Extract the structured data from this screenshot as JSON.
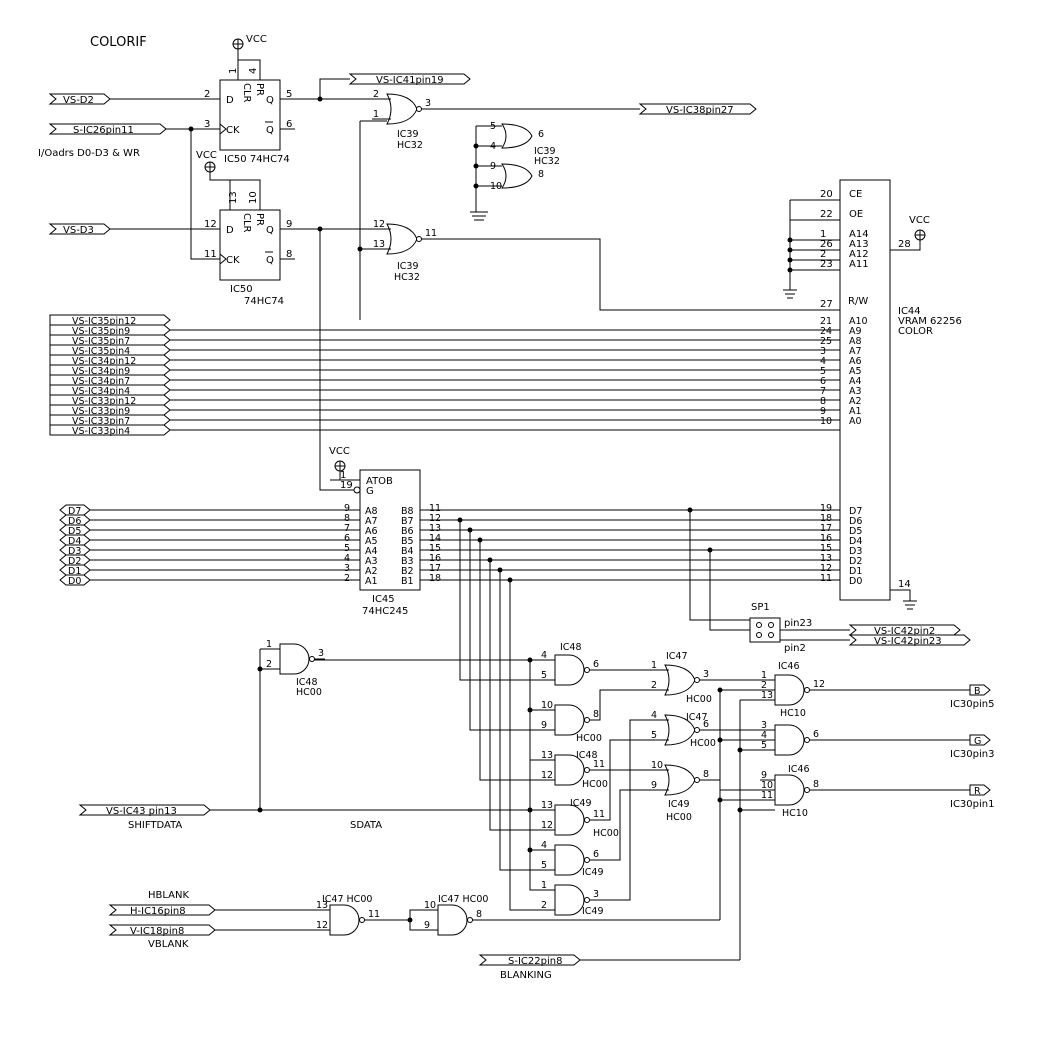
{
  "title": "COLORIF",
  "vcc": "VCC",
  "notes": {
    "ioadrs": "I/Oadrs D0-D3 & WR",
    "shiftdata": "SHIFTDATA",
    "sdata": "SDATA",
    "hblank": "HBLANK",
    "vblank": "VBLANK",
    "blanking": "BLANKING"
  },
  "ports": {
    "vs_d2": "VS-D2",
    "s_ic26": "S-IC26pin11",
    "vs_d3": "VS-D3",
    "vs_ic41": "VS-IC41pin19",
    "vs_ic38": "VS-IC38pin27",
    "vs_ic43": "VS-IC43 pin13",
    "h_ic16": "H-IC16pin8",
    "v_ic18": "V-IC18pin8",
    "s_ic22": "S-IC22pin8",
    "vs_ic42_2": "VS-IC42pin2",
    "vs_ic42_23": "VS-IC42pin23"
  },
  "addr_buses": [
    "VS-IC35pin12",
    "VS-IC35pin9",
    "VS-IC35pin7",
    "VS-IC35pin4",
    "VS-IC34pin12",
    "VS-IC34pin9",
    "VS-IC34pin7",
    "VS-IC34pin4",
    "VS-IC33pin12",
    "VS-IC33pin9",
    "VS-IC33pin7",
    "VS-IC33pin4"
  ],
  "vram_addr_pins": [
    "21",
    "24",
    "25",
    "3",
    "4",
    "5",
    "6",
    "7",
    "8",
    "9",
    "10"
  ],
  "vram_addr_labels": [
    "A10",
    "A9",
    "A8",
    "A7",
    "A6",
    "A5",
    "A4",
    "A3",
    "A2",
    "A1",
    "A0"
  ],
  "data_buses": [
    "D7",
    "D6",
    "D5",
    "D4",
    "D3",
    "D2",
    "D1",
    "D0"
  ],
  "ic45": {
    "ref": "IC45",
    "part": "74HC245",
    "atob": "ATOB",
    "g": "G",
    "pin_atob": "1",
    "pin_g": "19",
    "a_pins": [
      "9",
      "8",
      "7",
      "6",
      "5",
      "4",
      "3",
      "2"
    ],
    "a_labels": [
      "A8",
      "A7",
      "A6",
      "A5",
      "A4",
      "A3",
      "A2",
      "A1"
    ],
    "b_labels": [
      "B8",
      "B7",
      "B6",
      "B5",
      "B4",
      "B3",
      "B2",
      "B1"
    ],
    "b_pins": [
      "11",
      "12",
      "13",
      "14",
      "15",
      "16",
      "17",
      "18"
    ]
  },
  "ic44": {
    "ref": "IC44",
    "part": "VRAM 62256",
    "note": "COLOR",
    "ctrl_pins": [
      "20",
      "22",
      "1",
      "26",
      "2",
      "23"
    ],
    "ctrl_labels": [
      "CE",
      "OE",
      "A14",
      "A13",
      "A12",
      "A11"
    ],
    "rw_pin": "27",
    "rw_label": "R/W",
    "vcc_pin": "28",
    "gnd_pin": "14",
    "data_pins": [
      "19",
      "18",
      "17",
      "16",
      "15",
      "13",
      "12",
      "11"
    ],
    "data_labels": [
      "D7",
      "D6",
      "D5",
      "D4",
      "D3",
      "D2",
      "D1",
      "D0"
    ]
  },
  "ff": [
    {
      "ref": "IC50 74HC74",
      "d_pin": "2",
      "ck_pin": "3",
      "clr_pin": "1",
      "pr_pin": "4",
      "q_pin": "5",
      "qn_pin": "6"
    },
    {
      "ref": "IC50",
      "part": "74HC74",
      "d_pin": "12",
      "ck_pin": "11",
      "clr_pin": "13",
      "pr_pin": "10",
      "q_pin": "9",
      "qn_pin": "8"
    }
  ],
  "ff_labels": {
    "d": "D",
    "ck": "CK",
    "q": "Q",
    "qn": "Q",
    "clr": "CLR",
    "pr": "PR"
  },
  "gates": {
    "ic39_a": {
      "ref": "IC39",
      "part": "HC32",
      "in1": "2",
      "in2": "1",
      "out": "3"
    },
    "ic39_b": {
      "ref": "IC39",
      "part": "HC32",
      "in1": "5",
      "in2": "4",
      "out": "6",
      "in3": "9",
      "in4": "10",
      "out2": "8"
    },
    "ic39_c": {
      "ref": "IC39",
      "part": "HC32",
      "in1": "12",
      "in2": "13",
      "out": "11"
    },
    "ic48_a": {
      "ref": "IC48",
      "part": "HC00",
      "in1": "1",
      "in2": "2",
      "out": "3"
    },
    "ic48_b": {
      "ref": "IC48",
      "in1": "4",
      "in2": "5",
      "out": "6"
    },
    "ic48_c": {
      "part": "HC00",
      "in1": "10",
      "in2": "9",
      "out": "8"
    },
    "ic48_d": {
      "ref": "IC48",
      "part": "HC00",
      "in1": "13",
      "in2": "12",
      "out": "11"
    },
    "ic49_a": {
      "ref": "IC49",
      "part": "HC00",
      "in1": "13",
      "in2": "12",
      "out": "11"
    },
    "ic49_b": {
      "ref": "IC49",
      "in1": "4",
      "in2": "5",
      "out": "6"
    },
    "ic49_c": {
      "ref": "IC49",
      "in1": "1",
      "in2": "2",
      "out": "3"
    },
    "ic47_a": {
      "ref": "IC47",
      "part": "HC00",
      "in1": "1",
      "in2": "2",
      "out": "3"
    },
    "ic47_b": {
      "ref": "IC47",
      "part": "HC00",
      "in1": "4",
      "in2": "5",
      "out": "6"
    },
    "ic49_d": {
      "ref": "IC49",
      "part": "HC00",
      "in1": "10",
      "in2": "9",
      "out": "8"
    },
    "ic46_a": {
      "ref": "IC46",
      "part": "HC10",
      "in1": "1",
      "in2": "2",
      "in3": "13",
      "out": "12"
    },
    "ic46_b": {
      "in1": "3",
      "in2": "4",
      "in3": "5",
      "out": "6"
    },
    "ic46_c": {
      "ref": "IC46",
      "part": "HC10",
      "in1": "9",
      "in2": "10",
      "in3": "11",
      "out": "8"
    },
    "ic47_c": {
      "ref": "IC47 HC00",
      "in1": "13",
      "in2": "12",
      "out": "11"
    },
    "ic47_d": {
      "ref": "IC47 HC00",
      "in1": "10",
      "in2": "9",
      "out": "8"
    }
  },
  "sp1": {
    "ref": "SP1",
    "pin_a": "pin23",
    "pin_b": "pin2"
  },
  "outputs": [
    {
      "port": "B",
      "label": "IC30pin5"
    },
    {
      "port": "G",
      "label": "IC30pin3"
    },
    {
      "port": "R",
      "label": "IC30pin1"
    }
  ]
}
